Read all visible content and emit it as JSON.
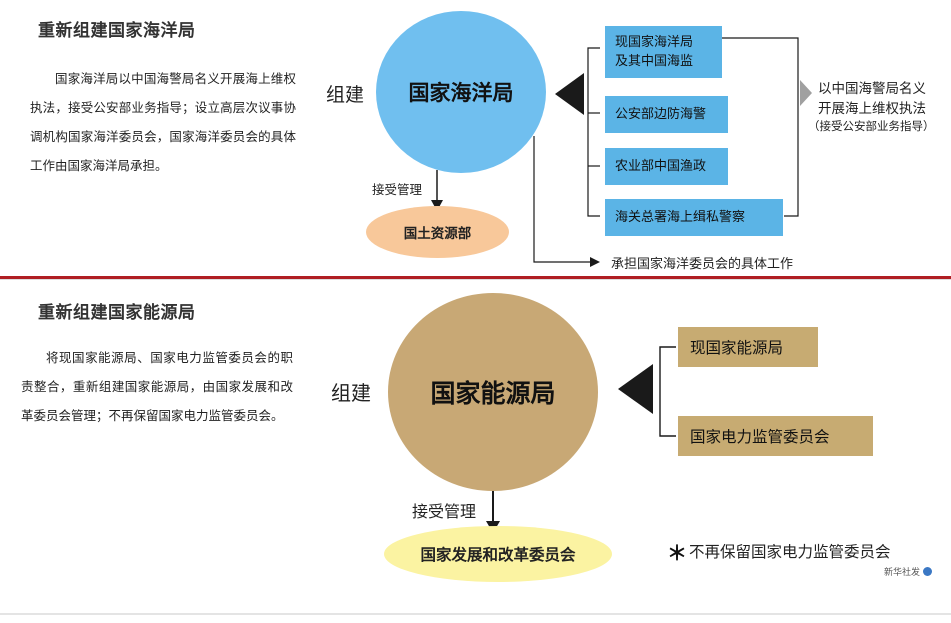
{
  "section1": {
    "title": "重新组建国家海洋局",
    "paragraph": "国家海洋局以中国海警局名义开展海上维权执法，接受公安部业务指导；设立高层次议事协调机构国家海洋委员会，国家海洋委员会的具体工作由国家海洋局承担。",
    "zujian": "组建",
    "main_node": "国家海洋局",
    "accept_label": "接受管理",
    "accept_node": "国土资源部",
    "sources": [
      "现国家海洋局\n及其中国海监",
      "公安部边防海警",
      "农业部中国渔政",
      "海关总署海上缉私警察"
    ],
    "right_note_line1": "以中国海警局名义",
    "right_note_line2": "开展海上维权执法",
    "right_note_line3": "（接受公安部业务指导）",
    "bottom_note": "承担国家海洋委员会的具体工作",
    "colors": {
      "circle": "#70bfef",
      "box": "#5bb4e6",
      "ellipse": "#f8c89a"
    }
  },
  "section2": {
    "title": "重新组建国家能源局",
    "paragraph": "将现国家能源局、国家电力监管委员会的职责整合，重新组建国家能源局，由国家发展和改革委员会管理；不再保留国家电力监管委员会。",
    "zujian": "组建",
    "main_node": "国家能源局",
    "accept_label": "接受管理",
    "accept_node": "国家发展和改革委员会",
    "sources": [
      "现国家能源局",
      "国家电力监管委员会"
    ],
    "footnote_mark": "＊",
    "footnote": "不再保留国家电力监管委员会",
    "credit": "新华社发",
    "colors": {
      "circle": "#c8a875",
      "box": "#c7ab72",
      "ellipse": "#fbf3a2"
    }
  },
  "colors": {
    "divider": "#b01e23",
    "arrow": "#1a1a1a"
  }
}
